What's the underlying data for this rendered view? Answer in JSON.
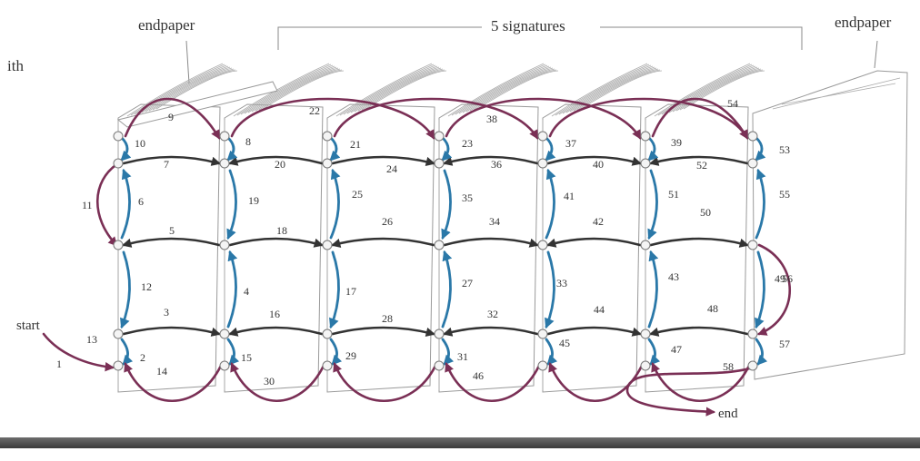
{
  "labels": {
    "endpaper_left": "endpaper",
    "signatures": "5 signatures",
    "endpaper_right": "endpaper",
    "side_ith": "ith",
    "start": "start",
    "end": "end"
  },
  "stitch_numbers": [
    "1",
    "2",
    "3",
    "4",
    "5",
    "6",
    "7",
    "8",
    "9",
    "10",
    "11",
    "12",
    "13",
    "14",
    "15",
    "16",
    "17",
    "18",
    "19",
    "20",
    "21",
    "22",
    "23",
    "24",
    "25",
    "26",
    "27",
    "28",
    "29",
    "30",
    "31",
    "32",
    "33",
    "34",
    "35",
    "36",
    "37",
    "38",
    "39",
    "40",
    "41",
    "42",
    "43",
    "44",
    "45",
    "46",
    "47",
    "48",
    "49",
    "50",
    "51",
    "52",
    "53",
    "54",
    "55",
    "56",
    "57",
    "58"
  ],
  "colors": {
    "outer_thread": "#7a2f55",
    "across_thread": "#333333",
    "vertical_thread": "#2a78a8"
  }
}
